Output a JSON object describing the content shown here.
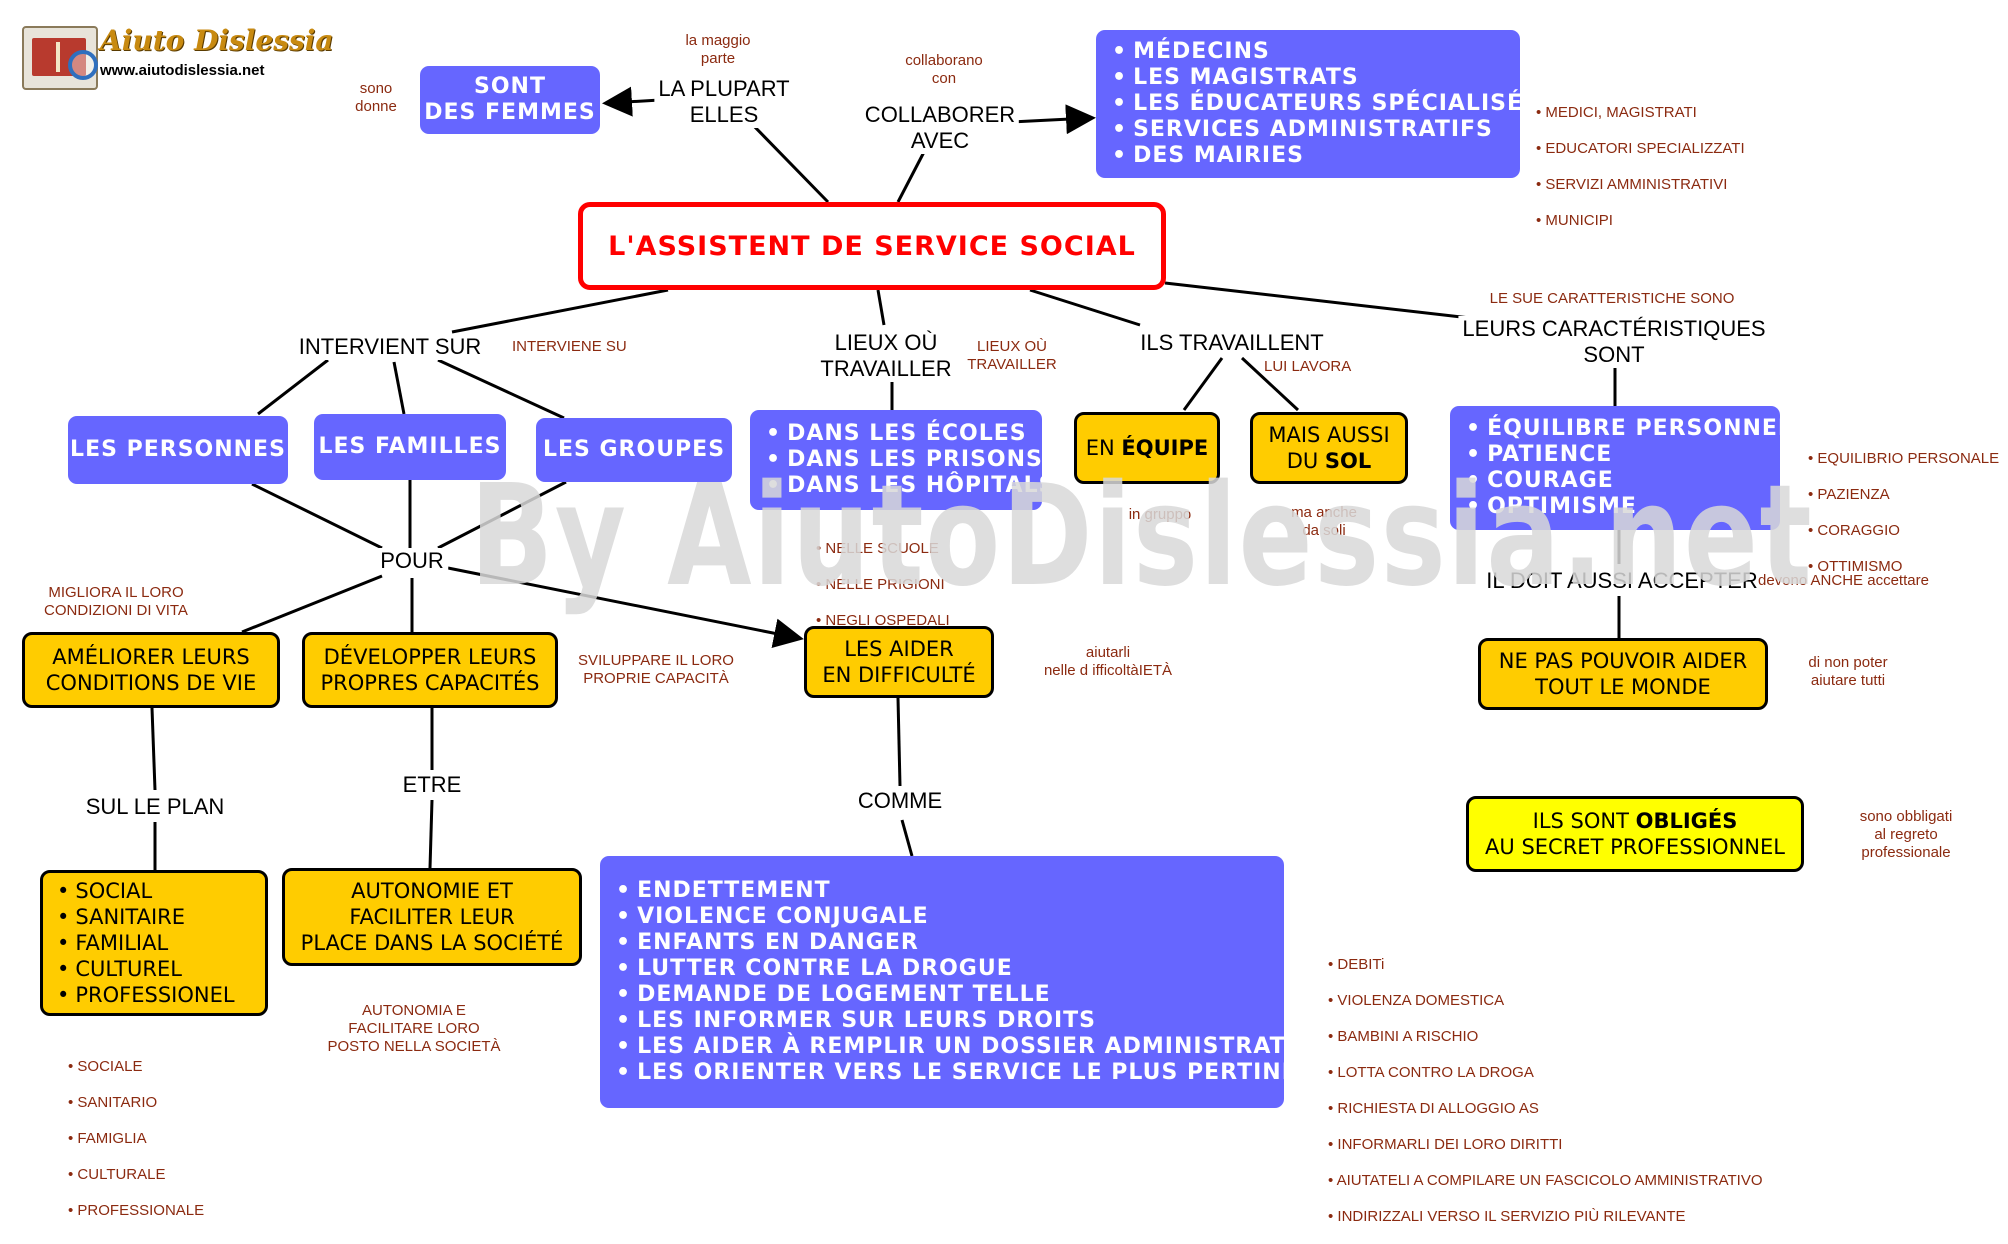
{
  "logo": {
    "title": "Aiuto Dislessia",
    "url": "www.aiutodislessia.net"
  },
  "watermark": "By AiutoDislessia.net",
  "central": "L'ASSISTENT DE SERVICE SOCIAL",
  "top": {
    "plupart_label": "LA PLUPART\nELLES",
    "plupart_it": "la maggio\nparte",
    "femmes_box": "SONT\nDES FEMMES",
    "femmes_it": "sono\ndonne",
    "collaborer_label": "COLLABORER\nAVEC",
    "collaborer_it": "collaborano\ncon",
    "collab_items": [
      "MÉDECINS",
      "LES MAGISTRATS",
      "LES ÉDUCATEURS SPÉCIALISÉS",
      "SERVICES ADMINISTRATIFS",
      "DES MAIRIES"
    ],
    "collab_it": [
      "MEDICI, MAGISTRATI",
      "EDUCATORI SPECIALIZZATI",
      "SERVIZI AMMINISTRATIVI",
      "MUNICIPI"
    ]
  },
  "intervient": {
    "label": "INTERVIENT SUR",
    "it": "INTERVIENE SU",
    "targets": [
      "LES PERSONNES",
      "LES FAMILLES",
      "LES GROUPES"
    ],
    "pour": "POUR",
    "ameliorer": "AMÉLIORER LEURS\nCONDITIONS DE VIE",
    "ameliorer_it": "MIGLIORA IL LORO\nCONDIZIONI DI VITA",
    "developper": "DÉVELOPPER LEURS\nPROPRES CAPACITÉS",
    "developper_it": "SVILUPPARE IL LORO\nPROPRIE CAPACITÀ",
    "aider": "LES AIDER\nEN DIFFICULTÉ",
    "aider_it": "aiutarli\nnelle d ifficoltàIETÀ",
    "sul_plan": "SUL LE PLAN",
    "plan_items": [
      "SOCIAL",
      "SANITAIRE",
      "FAMILIAL",
      "CULTUREL",
      "PROFESSIONEL"
    ],
    "plan_it": [
      "SOCIALE",
      "SANITARIO",
      "FAMIGLIA",
      "CULTURALE",
      "PROFESSIONALE"
    ],
    "etre": "ETRE",
    "autonomie": "AUTONOMIE ET\nFACILITER LEUR\nPLACE DANS LA SOCIÉTÉ",
    "autonomie_it": "AUTONOMIA E\nFACILITARE LORO\nPOSTO NELLA SOCIETÀ",
    "comme": "COMME",
    "comme_items": [
      "ENDETTEMENT",
      "VIOLENCE CONJUGALE",
      "ENFANTS EN DANGER",
      "LUTTER CONTRE LA DROGUE",
      "DEMANDE DE LOGEMENT TELLE",
      "LES INFORMER SUR LEURS DROITS",
      "LES AIDER À REMPLIR UN DOSSIER ADMINISTRATIF",
      "LES ORIENTER VERS LE SERVICE LE PLUS PERTINENT"
    ],
    "comme_it": [
      "DEBITi",
      "VIOLENZA DOMESTICA",
      "BAMBINI A RISCHIO",
      "LOTTA CONTRO LA DROGA",
      "RICHIESTA DI ALLOGGIO AS",
      "INFORMARLI DEI LORO DIRITTI",
      "AIUTATELI A COMPILARE UN FASCICOLO AMMINISTRATIVO",
      "INDIRIZZALI VERSO IL SERVIZIO PIÙ RILEVANTE"
    ]
  },
  "lieux": {
    "label": "LIEUX OÙ\nTRAVAILLER",
    "it": "LIEUX OÙ\nTRAVAILLER",
    "items": [
      "DANS LES ÉCOLES",
      "DANS LES PRISONS",
      "DANS LES HÔPITALS"
    ],
    "items_it": [
      "NELLE  SCUOLE",
      "NELLE PRIGIONI",
      "NEGLI OSPEDALI"
    ]
  },
  "travaillent": {
    "label": "ILS TRAVAILLENT",
    "it": "LUI LAVORA",
    "equipe_pre": "EN ",
    "equipe_kw": "ÉQUIPE",
    "equipe_it": "in gruppo",
    "sol_pre": "MAIS AUSSI\nDU ",
    "sol_kw": "SOL",
    "sol_it": "ma anche\nda soli"
  },
  "caract": {
    "label": "LEURS CARACTÉRISTIQUES\nSONT",
    "it": "LE SUE CARATTERISTICHE SONO",
    "items": [
      "ÉQUILIBRE PERSONNEL",
      "PATIENCE",
      "COURAGE",
      "OPTIMISME"
    ],
    "items_it": [
      "EQUILIBRIO PERSONALE",
      "PAZIENZA",
      "CORAGGIO",
      "OTTIMISMO"
    ],
    "accepter": "IL DOIT AUSSI ACCEPTER",
    "accepter_it": "devono ANCHE accettare",
    "ne_pas": "NE PAS POUVOIR AIDER\nTOUT LE MONDE",
    "ne_pas_it": "di non poter\naiutare tutti",
    "secret_pre": "ILS SONT ",
    "secret_kw": "OBLIGÉS",
    "secret_post": "\nAU SECRET PROFESSIONNEL",
    "secret_it": "sono obbligati\nal regreto professionale"
  },
  "colors": {
    "purple": "#6666ff",
    "gold": "#ffcc00",
    "yellow": "#ffff00",
    "red": "#ff0000",
    "italian": "#8b2a10"
  }
}
